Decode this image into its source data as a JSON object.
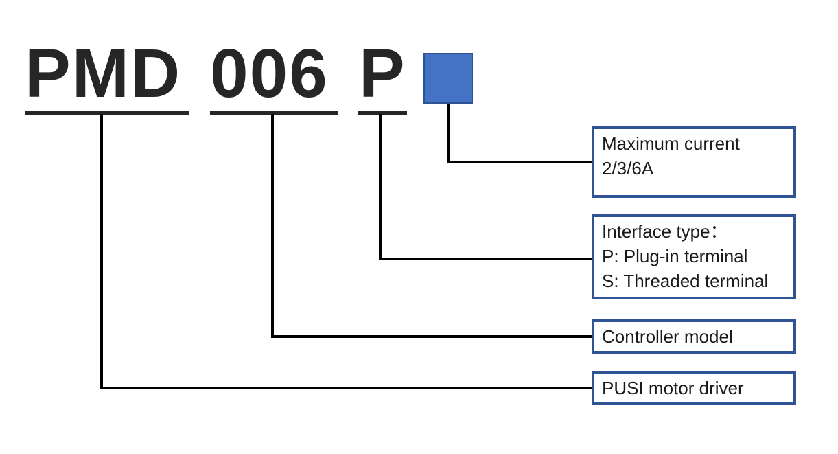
{
  "diagram": {
    "model": {
      "prefix": "PMD",
      "model_code": "006",
      "interface_code": "P",
      "current_placeholder": "blue-square"
    },
    "callouts": {
      "max_current": {
        "line1": "Maximum current",
        "line2": "2/3/6A"
      },
      "interface": {
        "line1": "Interface type：",
        "line2": "P: Plug-in terminal",
        "line3": "S: Threaded terminal"
      },
      "controller": {
        "line1": "Controller model"
      },
      "driver": {
        "line1": "PUSI motor driver"
      }
    },
    "colors": {
      "square_fill": "#4472C4",
      "square_border": "#2E5395",
      "box_border": "#2F5496",
      "line_color": "#000000",
      "title_color": "#262626"
    }
  }
}
